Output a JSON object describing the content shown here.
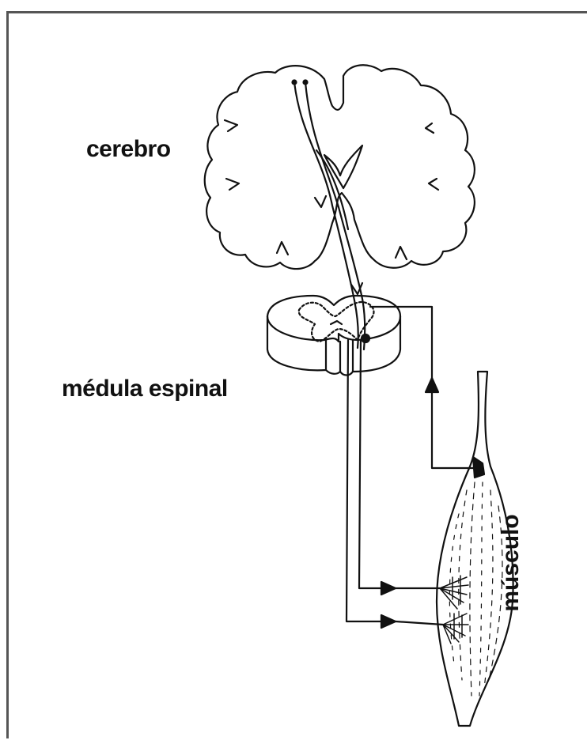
{
  "labels": {
    "brain": "cerebro",
    "spinal_cord": "médula espinal",
    "muscle": "músculo"
  },
  "colors": {
    "line": "#111111",
    "background": "#ffffff",
    "frame": "#555555"
  }
}
